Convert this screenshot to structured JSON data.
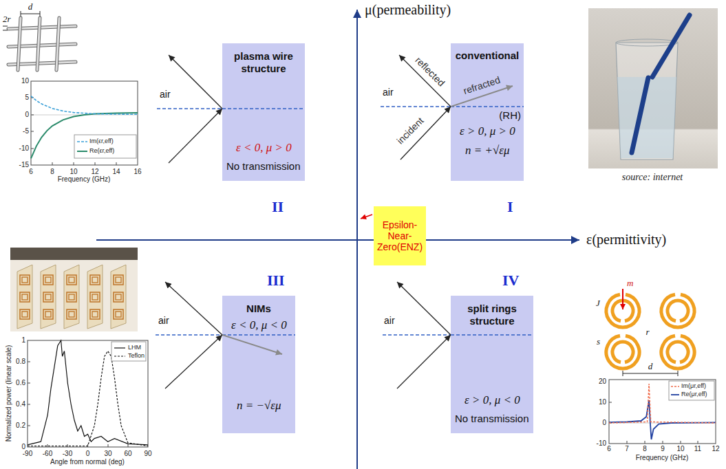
{
  "diagram": {
    "nodes": [
      {
        "text": [
          "plasma wire structure",
          "ε < 0, μ > 0",
          "No transmission"
        ]
      },
      {
        "text": [
          "conventional",
          "(RH)",
          "ε > 0, μ > 0",
          "n = +√εμ"
        ]
      },
      {
        "text": [
          "Epsilon-Near-Zero(ENZ)"
        ]
      },
      {
        "text": [
          "NIMs",
          "ε < 0, μ < 0",
          "n = −√εμ"
        ]
      },
      {
        "text": [
          "split rings structure",
          "ε > 0, μ < 0",
          "No transmission"
        ]
      }
    ],
    "labels": [
      "μ(permeability)",
      "ε(permittivity)",
      "II",
      "I",
      "III",
      "IV",
      "air",
      "air",
      "reflected",
      "refracted",
      "incident",
      "air",
      "air",
      "source: internet",
      "d",
      "2r",
      "10",
      "5",
      "0",
      "-5",
      "-10",
      "-15",
      "6",
      "8",
      "10",
      "12",
      "14",
      "16",
      "Frequency (GHz)",
      "1",
      "0.8",
      "0.6",
      "0.4",
      "0.2",
      "0",
      "-90",
      "-60",
      "-30",
      "0",
      "30",
      "60",
      "90",
      "Angle from normal (deg)",
      "Normalized power (linear scale)",
      "20",
      "10",
      "0",
      "-10",
      "6",
      "7",
      "8",
      "9",
      "10",
      "11",
      "12",
      "Frequency (GHz)",
      "m",
      "J",
      "s",
      "r",
      "d"
    ],
    "legend": [
      {
        "text": "Im(εr,eff)"
      },
      {
        "text": "Re(εr,eff)"
      },
      {
        "text": "LHM"
      },
      {
        "text": "Teflon"
      },
      {
        "text": "Im(μr,eff)"
      },
      {
        "text": "Re(μr,eff)"
      }
    ]
  }
}
